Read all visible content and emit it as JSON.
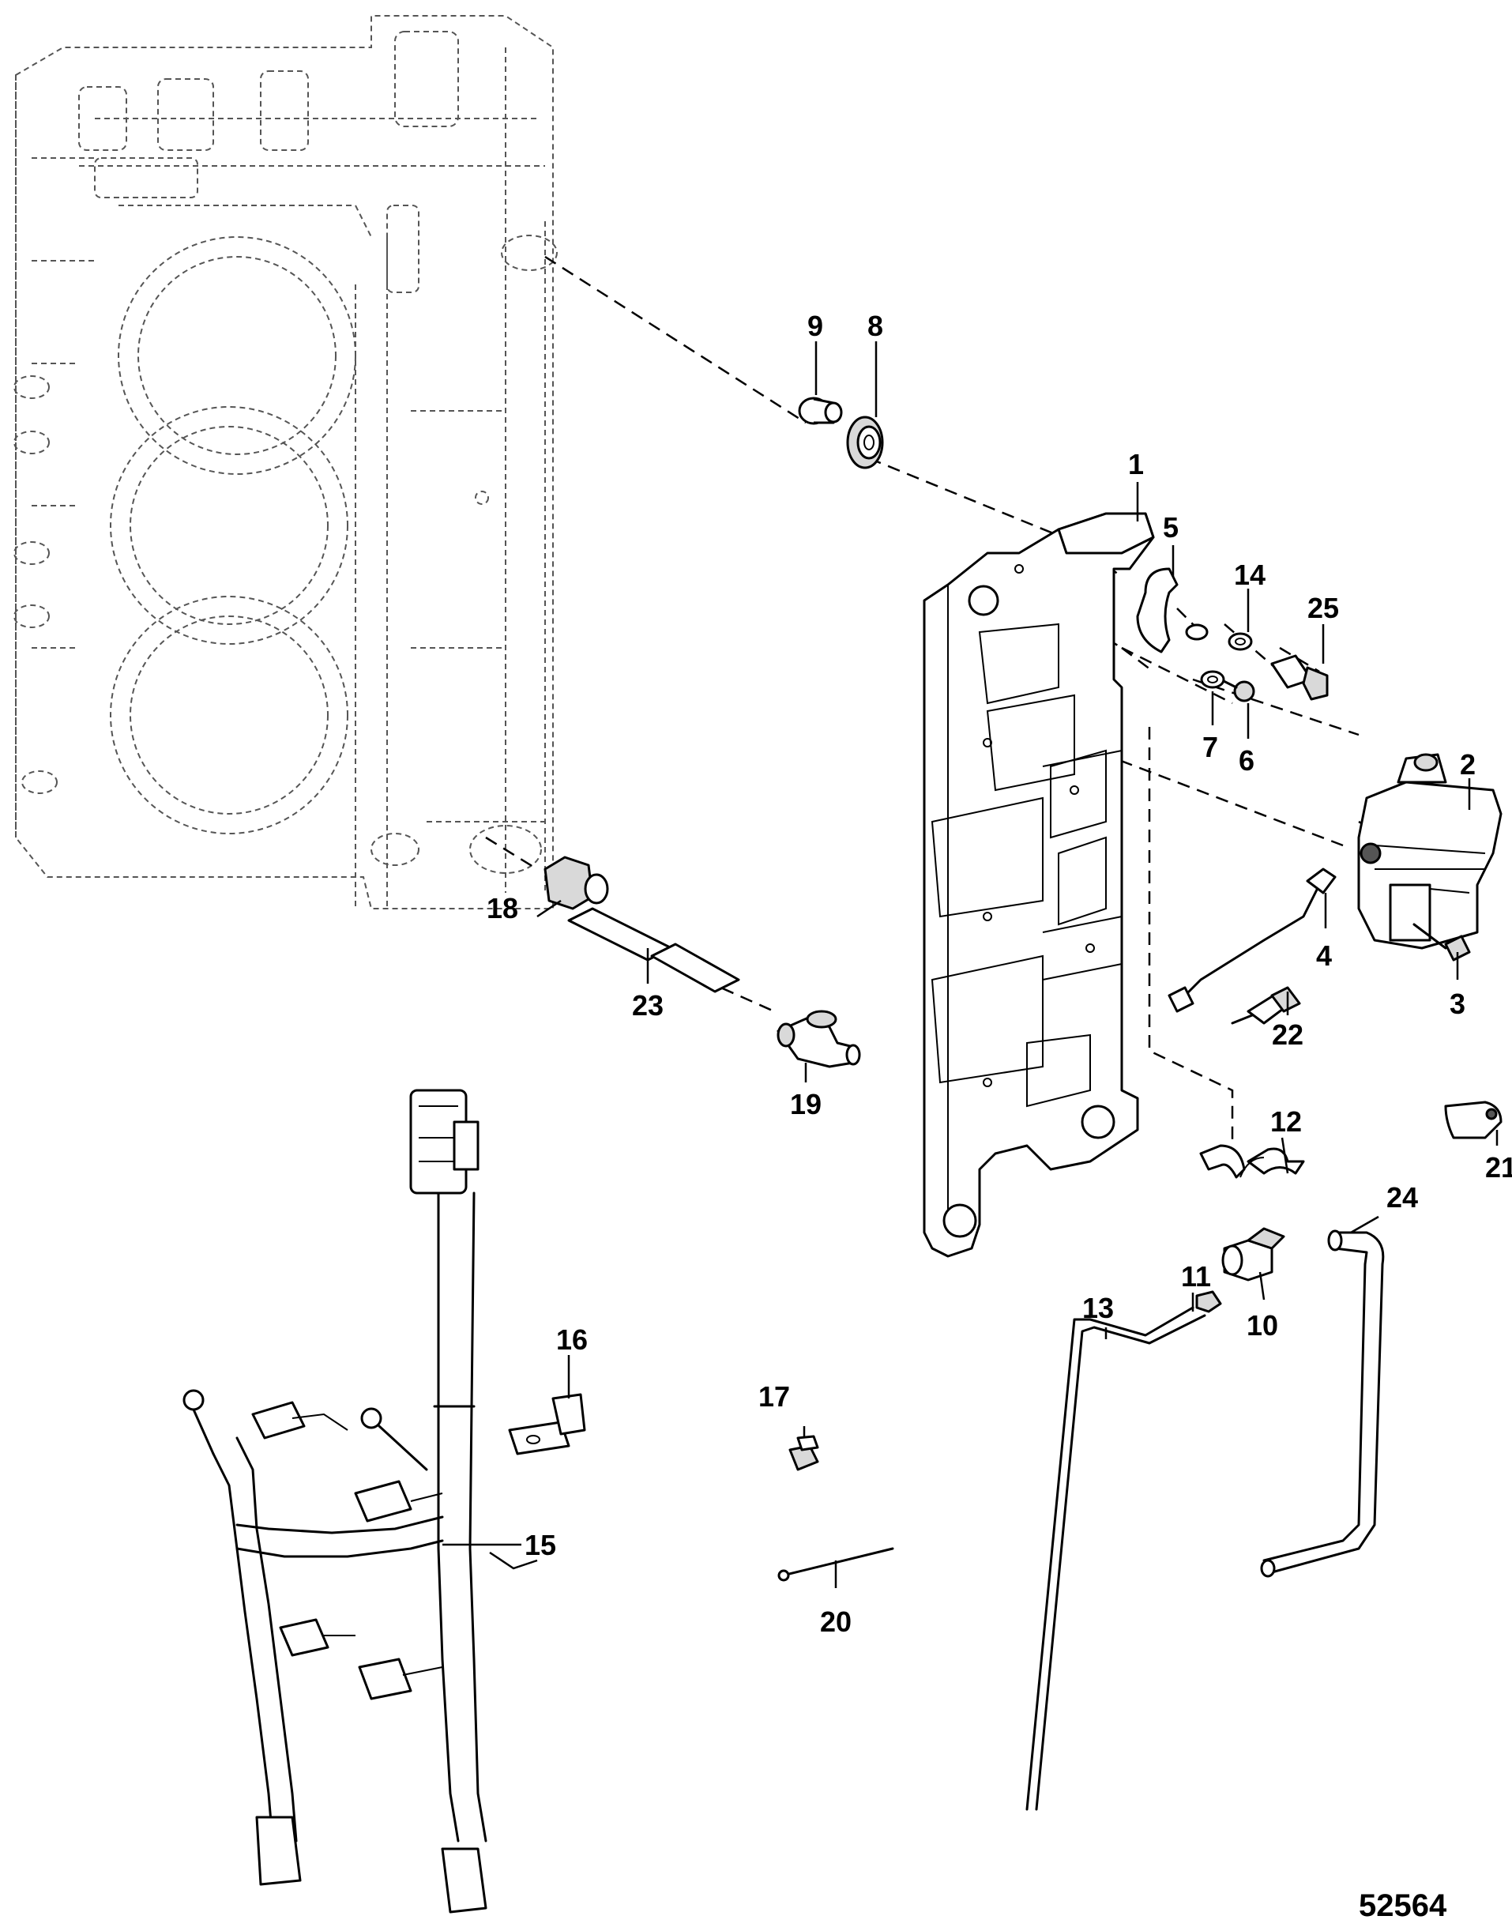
{
  "figure_number": "52564",
  "callouts": {
    "c1": "1",
    "c2": "2",
    "c3": "3",
    "c4": "4",
    "c5": "5",
    "c6": "6",
    "c7": "7",
    "c8": "8",
    "c9": "9",
    "c10": "10",
    "c11": "11",
    "c12": "12",
    "c13": "13",
    "c14": "14",
    "c15": "15",
    "c16": "16",
    "c17": "17",
    "c18": "18",
    "c19": "19",
    "c20": "20",
    "c21": "21",
    "c22": "22",
    "c23": "23",
    "c24": "24",
    "c25": "25"
  }
}
